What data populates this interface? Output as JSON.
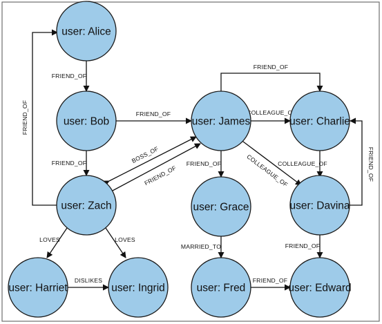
{
  "diagram": {
    "nodes": {
      "alice": {
        "label": "user: Alice"
      },
      "bob": {
        "label": "user: Bob"
      },
      "zach": {
        "label": "user: Zach"
      },
      "harriet": {
        "label": "user: Harriet"
      },
      "ingrid": {
        "label": "user: Ingrid"
      },
      "james": {
        "label": "user: James"
      },
      "grace": {
        "label": "user: Grace"
      },
      "fred": {
        "label": "user: Fred"
      },
      "charlie": {
        "label": "user: Charlie"
      },
      "davina": {
        "label": "user: Davina"
      },
      "edward": {
        "label": "user: Edward"
      }
    },
    "edges": {
      "bob_alice": {
        "label": "FRIEND_OF"
      },
      "zach_alice": {
        "label": "FRIEND_OF"
      },
      "bob_james": {
        "label": "FRIEND_OF"
      },
      "bob_zach": {
        "label": "FRIEND_OF"
      },
      "zach_james_boss": {
        "label": "BOSS_OF"
      },
      "zach_james_friend": {
        "label": "FRIEND_OF"
      },
      "zach_harriet": {
        "label": "LOVES"
      },
      "zach_ingrid": {
        "label": "LOVES"
      },
      "harriet_ingrid": {
        "label": "DISLIKES"
      },
      "james_charlie_friend": {
        "label": "FRIEND_OF"
      },
      "james_charlie_colleague": {
        "label": "COLLEAGUE_OF"
      },
      "james_grace": {
        "label": "FRIEND_OF"
      },
      "james_davina": {
        "label": "COLLEAGUE_OF"
      },
      "charlie_davina_colleague": {
        "label": "COLLEAGUE_OF"
      },
      "charlie_davina_friend": {
        "label": "FRIEND_OF"
      },
      "grace_fred": {
        "label": "MARRIED_TO"
      },
      "davina_edward": {
        "label": "FRIEND_OF"
      },
      "fred_edward": {
        "label": "FRIEND_OF"
      }
    }
  }
}
